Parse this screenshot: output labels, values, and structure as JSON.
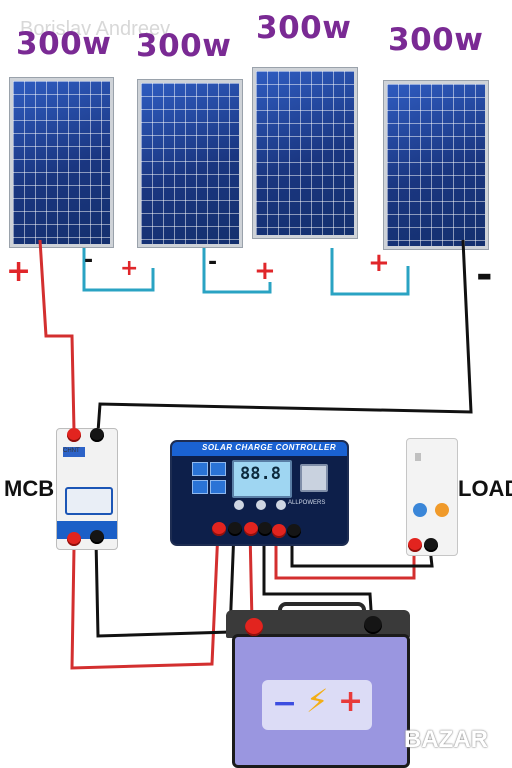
{
  "watermark": "Borislav Andreev",
  "panels": [
    {
      "watts": "300w"
    },
    {
      "watts": "300w"
    },
    {
      "watts": "300w"
    },
    {
      "watts": "300w"
    }
  ],
  "polarity": {
    "plus": "+",
    "minus": "-"
  },
  "labels": {
    "mcb": "MCB",
    "load": "LOAD"
  },
  "controller": {
    "title": "SOLAR CHARGE CONTROLLER",
    "display": "88.8",
    "brand": "ALLPOWERS"
  },
  "mcb_brand": "CHNT",
  "battery": {
    "minus": "−",
    "bolt": "⚡",
    "plus": "+"
  },
  "logo_text": "BAZAR",
  "colors": {
    "watts_text": "#7a2a94",
    "wire_positive": "#d32f2f",
    "wire_negative": "#111111",
    "wire_series": "#2aa3c3",
    "panel_cells": "#1d3f8f"
  }
}
